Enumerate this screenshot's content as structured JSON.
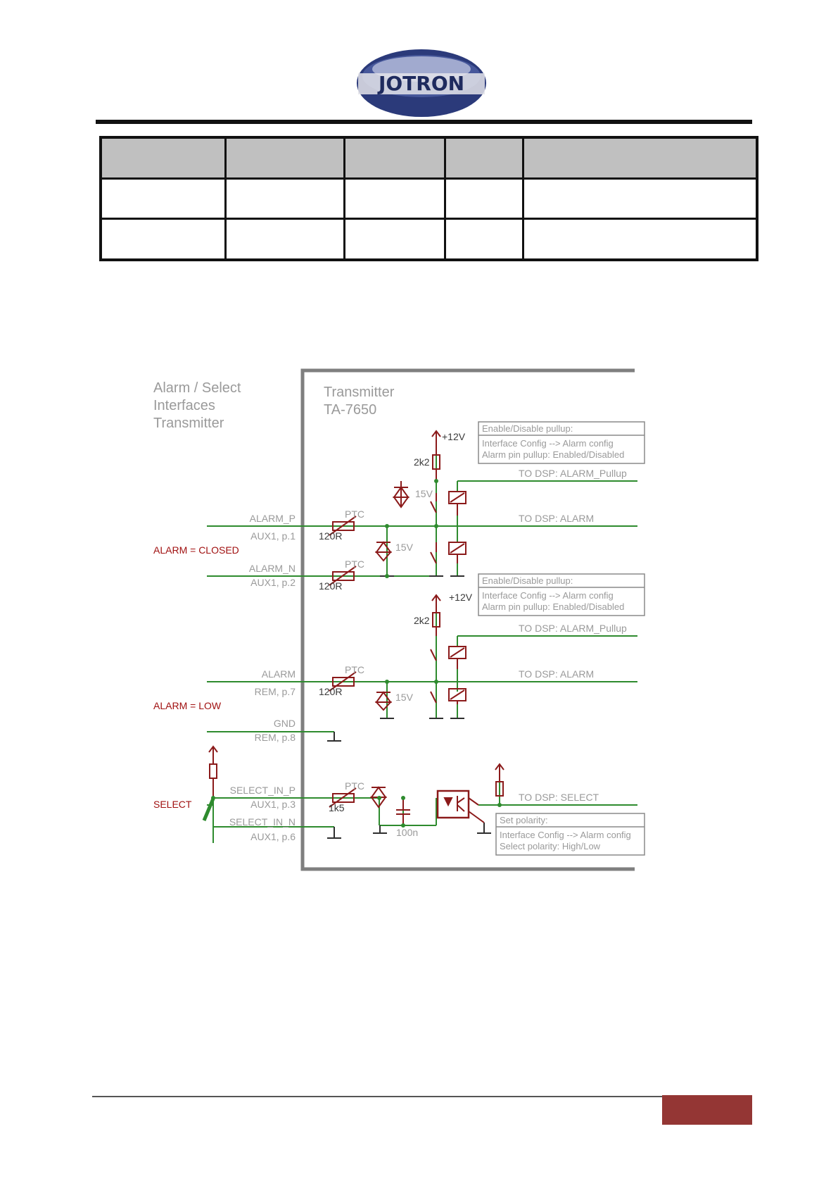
{
  "header": {
    "logo_text": "JOTRON",
    "table_columns": [
      "",
      "",
      "",
      "",
      ""
    ],
    "table_rows": [
      [
        "",
        "",
        "",
        "",
        ""
      ],
      [
        "",
        "",
        "",
        "",
        ""
      ]
    ]
  },
  "colors": {
    "wire": "#2e8b2e",
    "component": "#8b1a1a",
    "label_gray": "#9a9a9a",
    "alarm_red": "#a01010",
    "tab": "#943634"
  },
  "schematic": {
    "title_lines": [
      "Alarm / Select",
      "Interfaces",
      "Transmitter"
    ],
    "transmitter_lines": [
      "Transmitter",
      "TA-7650"
    ],
    "alarm_p": "ALARM_P",
    "aux_p1": "AUX1, p.1",
    "alarm_closed": "ALARM = CLOSED",
    "alarm_n": "ALARM_N",
    "aux_p2": "AUX1, p.2",
    "alarm": "ALARM",
    "rem_p7": "REM, p.7",
    "alarm_low": "ALARM = LOW",
    "gnd": "GND",
    "rem_p8": "REM, p.8",
    "select_in_p": "SELECT_IN_P",
    "aux_p3": "AUX1, p.3",
    "select": "SELECT",
    "select_in_n": "SELECT_IN_N",
    "aux_p6": "AUX1, p.6",
    "ptc": "PTC",
    "r120": "120R",
    "r1k5": "1k5",
    "zener_15v": "15V",
    "v12": "+12V",
    "r2k2": "2k2",
    "c100n": "100n",
    "dsp_alarm_pullup": "TO DSP: ALARM_Pullup",
    "dsp_alarm": "TO DSP: ALARM",
    "dsp_select": "TO DSP: SELECT",
    "box_pullup_title": "Enable/Disable pullup:",
    "box_pullup_line1": "Interface Config --> Alarm config",
    "box_pullup_line2": "Alarm pin pullup: Enabled/Disabled",
    "box_polarity_title": "Set polarity:",
    "box_polarity_line1": "Interface Config --> Alarm config",
    "box_polarity_line2": "Select polarity: High/Low"
  }
}
